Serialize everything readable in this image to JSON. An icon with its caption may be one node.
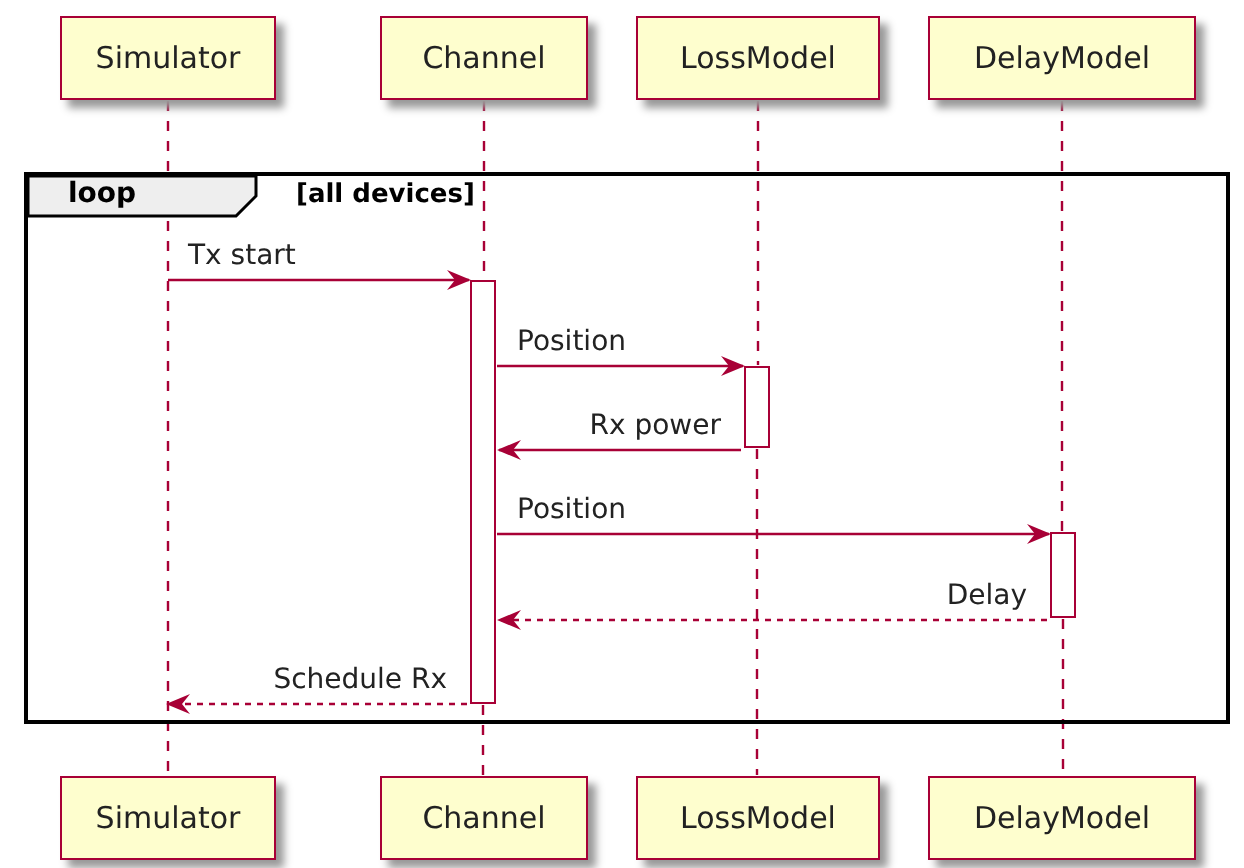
{
  "diagram": {
    "nodes": [
      {
        "text": [
          "Simulator"
        ]
      },
      {
        "text": [
          "Channel"
        ]
      },
      {
        "text": [
          "LossModel"
        ]
      },
      {
        "text": [
          "DelayModel"
        ]
      },
      {
        "text": [
          "loop",
          "[all devices]"
        ]
      },
      {
        "text": [],
        "shape": "bar",
        "in": 4
      },
      {
        "text": [],
        "shape": "bar",
        "in": 4
      },
      {
        "text": [],
        "shape": "bar",
        "in": 4
      },
      {
        "text": [
          "Simulator"
        ]
      },
      {
        "text": [
          "Channel"
        ]
      },
      {
        "text": [
          "LossModel"
        ]
      },
      {
        "text": [
          "DelayModel"
        ]
      }
    ],
    "edges": [
      {
        "from": 0,
        "to": 8,
        "arrow": "none",
        "style": "dashed"
      },
      {
        "from": 1,
        "to": 5,
        "arrow": "none",
        "style": "dashed"
      },
      {
        "from": 5,
        "to": 9,
        "arrow": "none",
        "style": "dashed"
      },
      {
        "from": 2,
        "to": 6,
        "arrow": "none",
        "style": "dashed"
      },
      {
        "from": 6,
        "to": 10,
        "arrow": "none",
        "style": "dashed"
      },
      {
        "from": 3,
        "to": 7,
        "arrow": "none",
        "style": "dashed"
      },
      {
        "from": 7,
        "to": 11,
        "arrow": "none",
        "style": "dashed"
      },
      {
        "from": null,
        "to": 5,
        "arrow": "to",
        "label": "Tx start"
      },
      {
        "from": 5,
        "to": 6,
        "arrow": "to",
        "label": "Position"
      },
      {
        "from": 6,
        "to": 5,
        "arrow": "to",
        "label": "Rx power"
      },
      {
        "from": 5,
        "to": 7,
        "arrow": "to",
        "label": "Position"
      },
      {
        "from": 7,
        "to": 5,
        "arrow": "to",
        "label": "Delay",
        "style": "dashed"
      },
      {
        "from": 5,
        "to": null,
        "arrow": "to",
        "label": "Schedule Rx",
        "style": "dashed"
      }
    ]
  }
}
